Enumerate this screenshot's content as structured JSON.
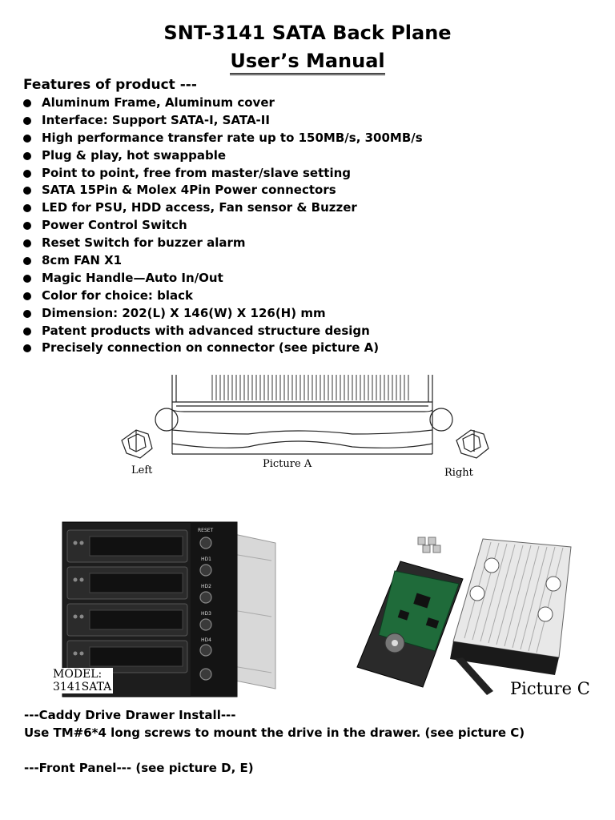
{
  "title": "SNT-3141 SATA Back Plane",
  "subtitle": "User’s Manual",
  "features_heading": "Features of product ---",
  "features": [
    "Aluminum Frame, Aluminum cover",
    "Interface: Support SATA-I, SATA-II",
    "High performance transfer rate up to 150MB/s, 300MB/s",
    "Plug & play, hot swappable",
    "Point to point, free from master/slave setting",
    "SATA 15Pin & Molex 4Pin Power connectors",
    "LED for PSU, HDD access, Fan sensor & Buzzer",
    "Power Control Switch",
    "Reset Switch for buzzer alarm",
    "8cm FAN X1",
    "Magic Handle—Auto In/Out",
    "Color for choice: black",
    "Dimension: 202(L) X 146(W) X 126(H) mm",
    "Patent products with advanced structure design",
    "Precisely connection on connector (see picture A)"
  ],
  "picture_a": {
    "label": "Picture A",
    "left_label": "Left",
    "right_label": "Right"
  },
  "picture_b": {
    "model_line1": "MODEL:",
    "model_line2": "3141SATA",
    "panel_labels": [
      "RESET",
      "HD1",
      "HD2",
      "HD3",
      "HD4"
    ]
  },
  "picture_c": {
    "label": "Picture C"
  },
  "caddy": {
    "heading": "---Caddy Drive Drawer Install---",
    "text": "Use TM#6*4 long screws to mount the drive in the drawer. (see picture C)"
  },
  "front_panel": {
    "heading": "---Front Panel---",
    "note": " (see picture D, E)"
  }
}
